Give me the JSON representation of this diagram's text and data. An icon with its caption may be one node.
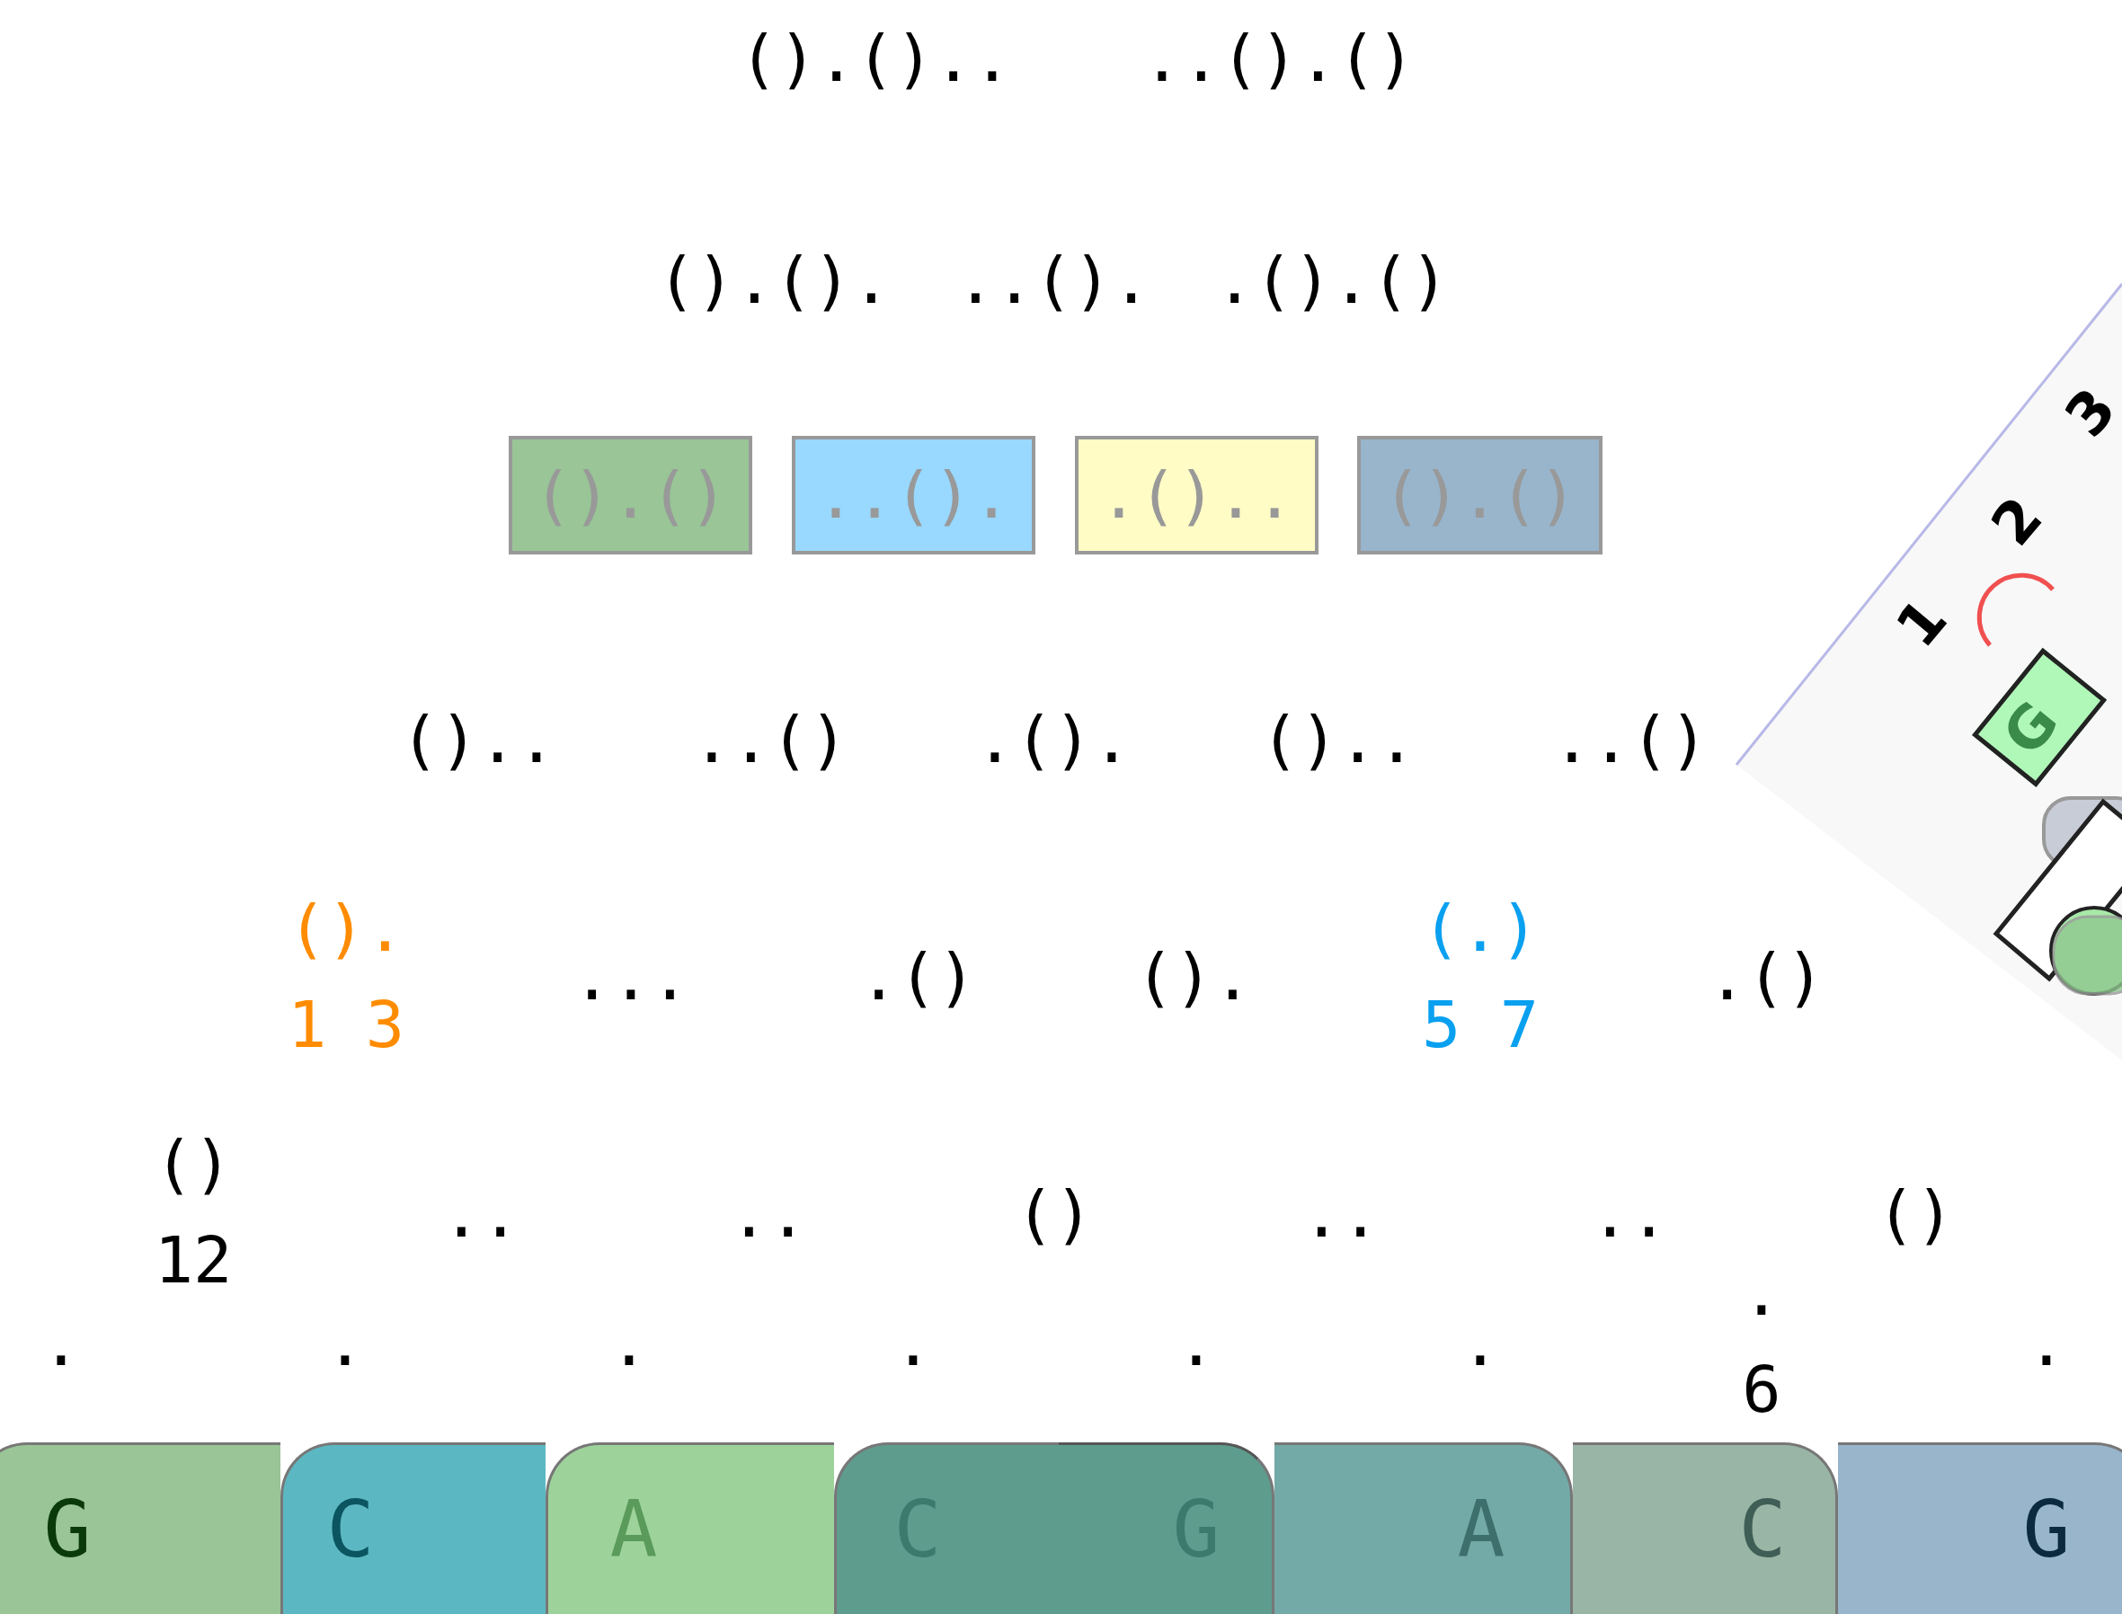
{
  "diagram": {
    "nodes": [
      {
        "text": [
          "().()"
        ]
      },
      {
        "text": [
          "..()."
        ]
      },
      {
        "text": [
          ".().."
        ]
      },
      {
        "text": [
          "().()"
        ]
      },
      {
        "text": [
          "G"
        ]
      },
      {
        "text": [
          "G"
        ]
      },
      {
        "text": [
          "C"
        ]
      },
      {
        "text": [
          "A"
        ]
      },
      {
        "text": [
          "C"
        ]
      },
      {
        "text": [
          "G"
        ]
      },
      {
        "text": [
          "A"
        ]
      },
      {
        "text": [
          "C"
        ]
      },
      {
        "text": [
          "G"
        ]
      }
    ],
    "labels": [
      "().()..",
      "..().()",
      "().().",
      "..().",
      ".().()",
      "3",
      "2",
      "1",
      "()..",
      "..()",
      ".().",
      "()..",
      "..()",
      "().",
      "(.)",
      "...",
      ".()",
      "().",
      ".()",
      "1 3",
      "5 7",
      "()",
      "..",
      "..",
      "()",
      "..",
      "..",
      "()",
      "12",
      ".",
      "6",
      ".",
      ".",
      ".",
      ".",
      ".",
      ".",
      "."
    ]
  }
}
